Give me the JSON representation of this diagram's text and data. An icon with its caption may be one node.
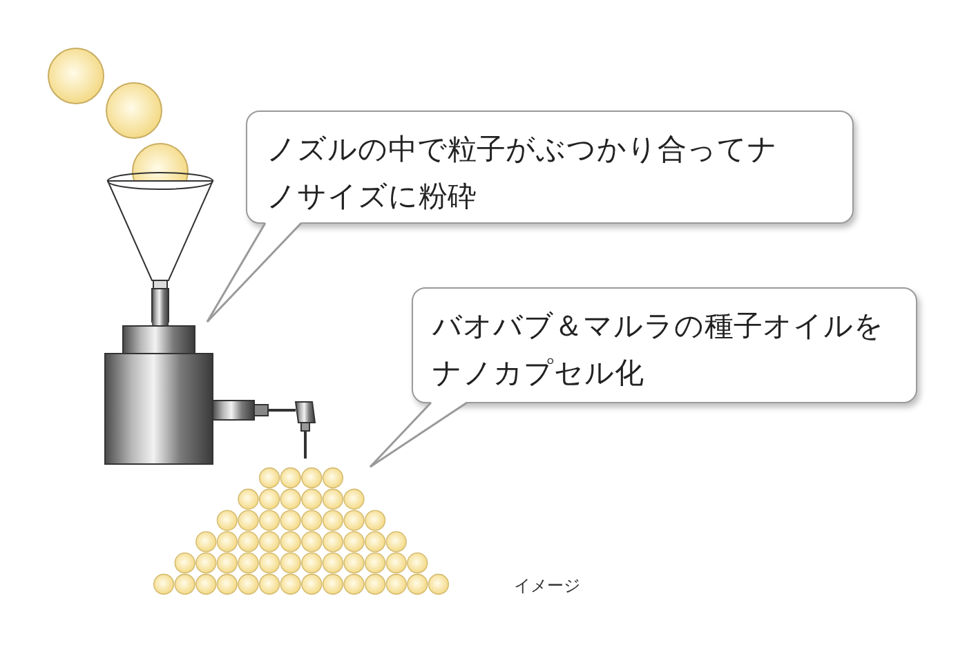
{
  "diagram": {
    "nodes": [
      {
        "text": [
          "ノズルの中で粒子がぶつかり合ってナノサイズに粉砕"
        ]
      },
      {
        "text": [
          "バオバブ＆マルラの種子オイルをナノカプセル化"
        ]
      },
      {
        "text": [],
        "shape": "picture"
      },
      {
        "text": [],
        "shape": "picture"
      }
    ],
    "edges": [
      {
        "from": 0,
        "to": 2,
        "arrow": "none"
      },
      {
        "from": 1,
        "to": 3,
        "arrow": "none"
      }
    ],
    "labels": [
      "イメージ"
    ]
  }
}
